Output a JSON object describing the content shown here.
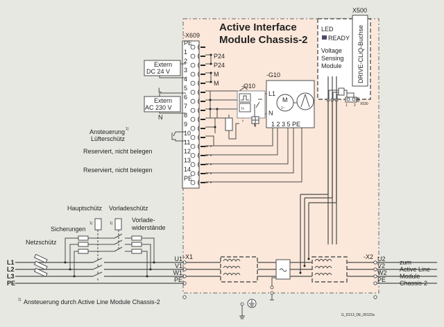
{
  "diagram": {
    "title_line1": "Active Interface",
    "title_line2": "Module Chassis-2",
    "colors": {
      "module_fill": "#fbe8da",
      "background": "#e8e8e3",
      "wire": "#4a4a4a",
      "led": "#4a4a6a"
    },
    "x500": {
      "label": "X500",
      "socket_label": "DRIVE-CLiQ-Buchse"
    },
    "vsm": {
      "led_label": "LED",
      "ready_label": "READY",
      "line1": "Voltage",
      "line2": "Sensing",
      "line3": "Module",
      "x530_label": "X530",
      "pin1": "1",
      "pin2": "2"
    },
    "x609": {
      "label": "-X609",
      "terminals": [
        "PE",
        "1",
        "2",
        "3",
        "4",
        "5",
        "6",
        "7",
        "8",
        "9",
        "10",
        "11",
        "12",
        "13",
        "14",
        "PE"
      ],
      "right_labels": [
        "P24",
        "P24",
        "M",
        "M"
      ]
    },
    "extern_dc": {
      "line1": "Extern",
      "line2": "DC 24 V"
    },
    "extern_ac": {
      "line1": "Extern",
      "line2": "AC 230 V",
      "l_label": "L",
      "n_label": "N"
    },
    "fan_control": {
      "line1": "Ansteuerung",
      "line2": "Lüfterschütz",
      "footnote_mark": "1)"
    },
    "reserved": [
      "Reserviert, nicht belegen",
      "Reserviert, nicht belegen"
    ],
    "q10": {
      "label": "-Q10"
    },
    "g10": {
      "label": "-G10",
      "l1": "L1",
      "n": "N",
      "motor_m": "M",
      "motor_phase": "1~",
      "pins": "1 2   3 5 PE"
    },
    "left_section": {
      "hauptschuetz": "Hauptschütz",
      "vorladeschuetz": "Vorladeschütz",
      "sicherungen": "Sicherungen",
      "vorlade_line1": "Vorlade-",
      "vorlade_line2": "widerstände",
      "netzschuetz": "Netzschütz",
      "footnote_mark": "1)",
      "lines": [
        "L1",
        "L2",
        "L3",
        "PE"
      ]
    },
    "x1": {
      "label": "-X1",
      "terminals": [
        "U1",
        "V1",
        "W1",
        "PE"
      ]
    },
    "x2": {
      "label": "-X2",
      "terminals": [
        "U2",
        "V2",
        "W2",
        "PE"
      ]
    },
    "output_labels": [
      "zum",
      "Active Line",
      "Module",
      "Chassis-2"
    ],
    "footnote": {
      "mark": "1)",
      "text": "Ansteuerung durch Active Line Module Chassis-2"
    },
    "figure_id": "G_D213_DE_00122a"
  }
}
